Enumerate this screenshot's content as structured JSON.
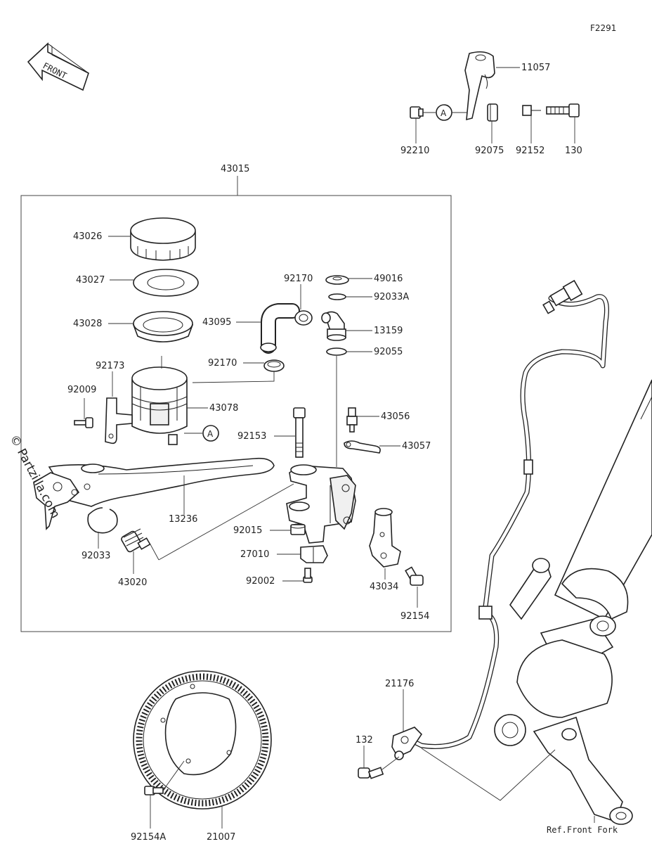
{
  "figure_code": "F2291",
  "front_arrow_label": "FRONT",
  "watermark": "© Partzilla.com",
  "ref_note": "Ref.Front Fork",
  "callout_marker": "A",
  "parts": {
    "p11057": "11057",
    "p92210": "92210",
    "p92075": "92075",
    "p92152": "92152",
    "p130": "130",
    "p43015": "43015",
    "p43026": "43026",
    "p43027": "43027",
    "p43028": "43028",
    "p92173": "92173",
    "p92009": "92009",
    "p43078": "43078",
    "p92170a": "92170",
    "p92170b": "92170",
    "p43095": "43095",
    "p49016": "49016",
    "p92033A": "92033A",
    "p13159": "13159",
    "p92055": "92055",
    "p43056": "43056",
    "p43057": "43057",
    "p92153": "92153",
    "p13236": "13236",
    "p92033": "92033",
    "p43020": "43020",
    "p92015": "92015",
    "p27010": "27010",
    "p92002": "92002",
    "p43034": "43034",
    "p92154": "92154",
    "p21176": "21176",
    "p132": "132",
    "p92154A": "92154A",
    "p21007": "21007"
  }
}
